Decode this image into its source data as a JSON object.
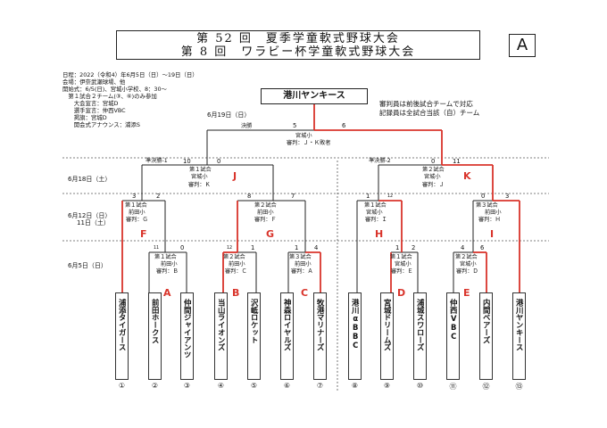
{
  "header": {
    "title_line1": "第 52 回　夏季学童軟式野球大会",
    "title_line2": "第 8 回　ワラビー杯学童軟式野球大会",
    "block_letter": "A"
  },
  "info": [
    "日程：2022（令和4）年6月5日（日）〜19日（日）",
    "会場：伊奈武瀬球場、他",
    "開始式：6/5(日)、宮城小学校、8：30〜",
    "　第１試合２チーム(③、⑥)のみ参加",
    "　　大会宣言：宮城D",
    "　　選手宣言：仲西VBC",
    "　　掲旗：宮城D",
    "　　開会式アナウンス：浦添S"
  ],
  "notes": [
    "審判員は前後試合チームで対応",
    "記録員は全試合当該（自）チーム"
  ],
  "winner": "港川ヤンキース",
  "days": {
    "d19": "6月19日（日）",
    "d18": "6月18日（土）",
    "d12a": "6月12日（日）",
    "d12b": "11日（土）",
    "d5": "6月5日（日）"
  },
  "final": {
    "label": "決勝",
    "score_left": "5",
    "score_right": "6",
    "venue": "宮城小",
    "umpire": "審判：Ｊ・Ｋ敗者"
  },
  "semis": [
    {
      "label": "準決勝-1",
      "score_left": "10",
      "score_right": "0",
      "name": "第１試合",
      "venue": "宮城小",
      "umpire": "審判：Ｋ",
      "letter": "J"
    },
    {
      "label": "準決勝-2",
      "score_left": "0",
      "score_right": "11",
      "name": "第２試合",
      "venue": "宮城小",
      "umpire": "審判：Ｊ",
      "letter": "K"
    }
  ],
  "round2": [
    {
      "name": "第１試合",
      "venue": "前田小",
      "umpire": "審判：Ｇ",
      "score_left": "3",
      "score_right": "2",
      "letter": "F"
    },
    {
      "name": "第２試合",
      "venue": "前田小",
      "umpire": "審判：Ｆ",
      "score_left": "8",
      "score_right": "7",
      "letter": "G"
    },
    {
      "name": "第１試合",
      "venue": "宮城小",
      "umpire": "審判：Ｉ",
      "score_left": "1",
      "score_right": "12",
      "letter": "H"
    },
    {
      "name": "第３試合",
      "venue": "前田小",
      "umpire": "審判：Ｈ",
      "score_left": "0",
      "score_right": "3",
      "letter": "I"
    }
  ],
  "round1": [
    {
      "name": "第１試合",
      "venue": "前田小",
      "umpire": "審判：Ｂ",
      "score_left": "11",
      "score_right": "0",
      "letter": "A"
    },
    {
      "name": "第２試合",
      "venue": "前田小",
      "umpire": "審判：Ｃ",
      "score_left": "12",
      "score_right": "1",
      "letter": "B"
    },
    {
      "name": "第３試合",
      "venue": "前田小",
      "umpire": "審判：Ａ",
      "score_left": "1",
      "score_right": "4",
      "letter": "C"
    },
    {
      "name": "第１試合",
      "venue": "宮城小",
      "umpire": "審判：Ｅ",
      "score_left": "1",
      "score_right": "2",
      "letter": "D"
    },
    {
      "name": "第２試合",
      "venue": "宮城小",
      "umpire": "審判：Ｄ",
      "score_left": "4",
      "score_right": "6",
      "letter": "E"
    }
  ],
  "teams": [
    {
      "name": "浦添タイガース",
      "num": "①"
    },
    {
      "name": "前田ホークス",
      "num": "②"
    },
    {
      "name": "仲間ジャイアンツ",
      "num": "③"
    },
    {
      "name": "当山ライオンズ",
      "num": "④"
    },
    {
      "name": "沢岻ロケット",
      "num": "⑤"
    },
    {
      "name": "神森ロイヤルズ",
      "num": "⑥"
    },
    {
      "name": "牧港マリナーズ",
      "num": "⑦"
    },
    {
      "name": "港川αBBC",
      "num": "⑧"
    },
    {
      "name": "宮城ドリームズ",
      "num": "⑨"
    },
    {
      "name": "浦城スワローズ",
      "num": "⑩"
    },
    {
      "name": "仲西VBC",
      "num": "⑪"
    },
    {
      "name": "内間ベアーズ",
      "num": "⑫"
    },
    {
      "name": "港川ヤンキース",
      "num": "⑬"
    }
  ],
  "colors": {
    "win_line": "#d9342b",
    "line": "#222222",
    "dashed": "#555555"
  }
}
